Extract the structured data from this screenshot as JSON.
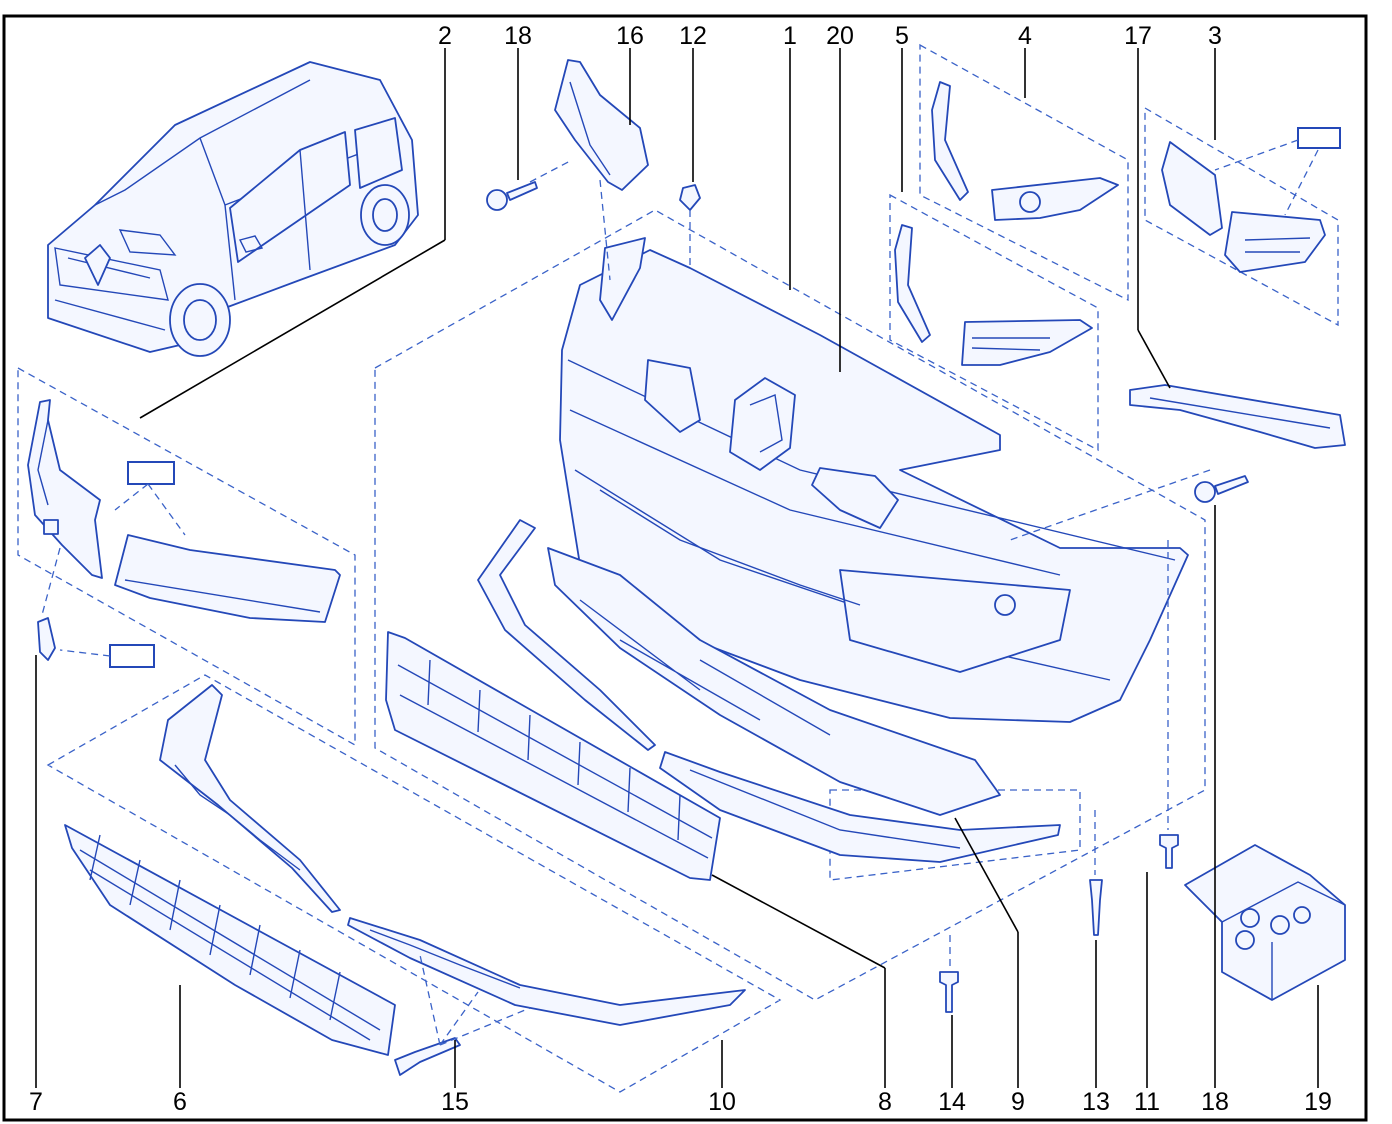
{
  "diagram": {
    "style": "exploded parts view",
    "line_color": "#2448b8",
    "label_color": "#000000",
    "callouts_top": [
      "2",
      "18",
      "16",
      "12",
      "1",
      "20",
      "5",
      "4",
      "17",
      "3"
    ],
    "callouts_bottom": [
      "7",
      "6",
      "15",
      "10",
      "8",
      "14",
      "9",
      "13",
      "11",
      "18",
      "19"
    ]
  }
}
